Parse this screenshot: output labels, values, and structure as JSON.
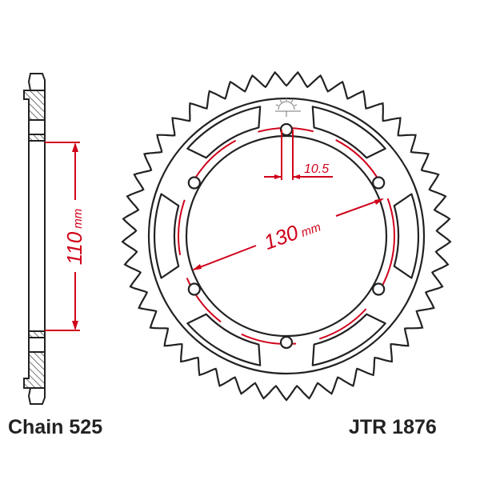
{
  "chain_label": "Chain 525",
  "part_number": "JTR 1876",
  "dimensions": {
    "hub_height": "110",
    "hub_unit": "mm",
    "bolt_circle": "130",
    "bolt_unit": "mm",
    "bolt_hole": "10.5"
  },
  "colors": {
    "line": "#222222",
    "dimension": "#d0021b"
  }
}
